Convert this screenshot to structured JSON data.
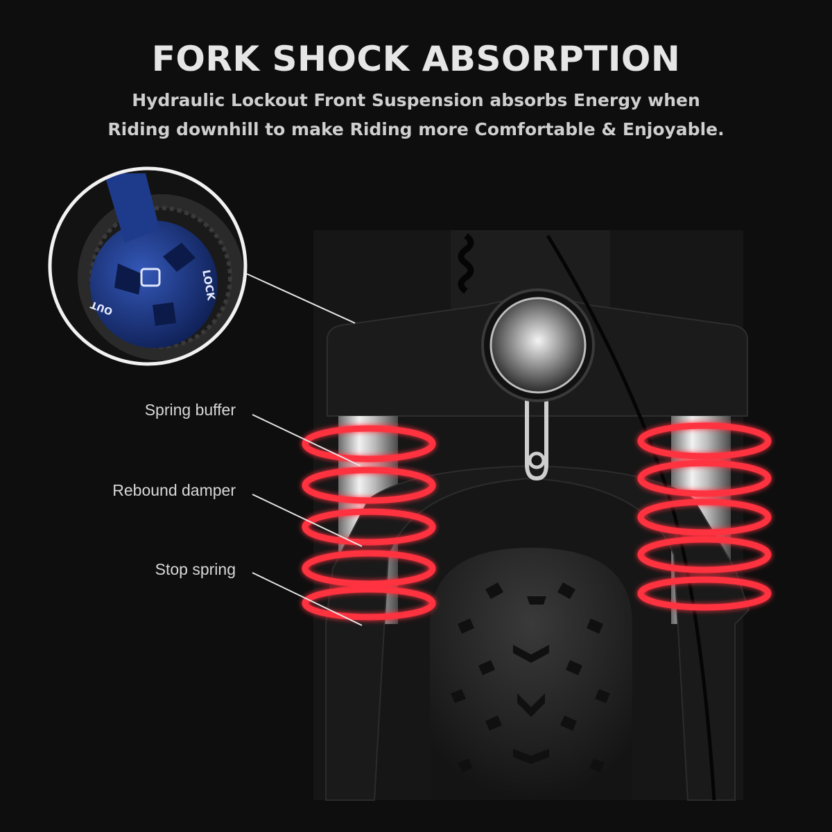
{
  "header": {
    "title": "FORK SHOCK ABSORPTION",
    "subtitle_line1": "Hydraulic Lockout Front Suspension absorbs Energy when",
    "subtitle_line2": "Riding downhill to make Riding more Comfortable & Enjoyable."
  },
  "callouts": [
    {
      "label": "Spring buffer"
    },
    {
      "label": "Rebound damper"
    },
    {
      "label": "Stop spring"
    }
  ],
  "lockout_knob": {
    "lock_text": "LOCK",
    "out_text": "OUT",
    "icon": "padlock-icon"
  },
  "colors": {
    "background": "#0e0e0e",
    "spring_glow": "#ff3040",
    "knob_blue": "#1e3a8a"
  }
}
